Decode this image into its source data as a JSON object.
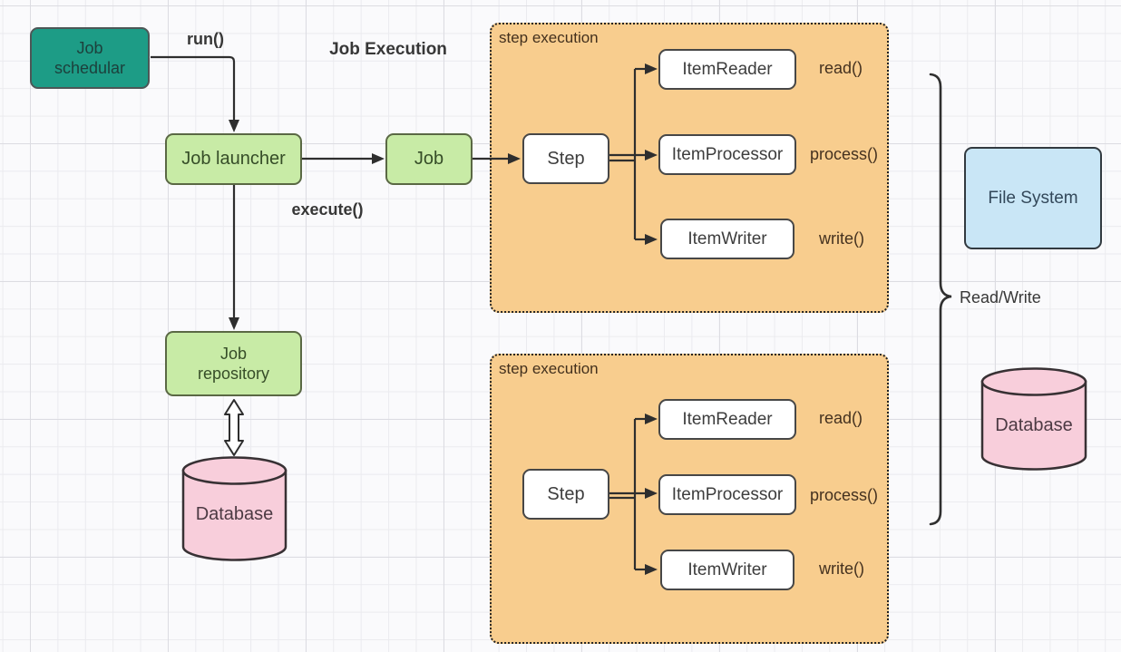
{
  "title": "Job Execution",
  "colors": {
    "grid-minor": "#ebebef",
    "grid-major": "#dcdce2",
    "teal-fill": "#1d9c86",
    "teal-border": "#4c5757",
    "teal-text": "#1d403c",
    "green-fill": "#c8eba6",
    "green-border": "#5a6844",
    "green-text": "#364d28",
    "orange-fill": "#f8cd8e",
    "orange-border": "#222222",
    "orange-text": "#43301d",
    "white-fill": "#ffffff",
    "white-border": "#474747",
    "white-text": "#3d3d3d",
    "blue-fill": "#c9e6f6",
    "blue-border": "#323a40",
    "blue-text": "#33485a",
    "pink-fill": "#f8cedb",
    "pink-border": "#383134",
    "pink-text": "#4c3a43",
    "arrow": "#2e2e2e",
    "label-text": "#373737",
    "method-text": "#44311f"
  },
  "nodes": {
    "job_scheduler": {
      "label": "Job schedular"
    },
    "job_launcher": {
      "label": "Job launcher"
    },
    "job": {
      "label": "Job"
    },
    "job_repository": {
      "label": "Job repository"
    },
    "database_left": {
      "label": "Database"
    },
    "file_system": {
      "label": "File System"
    },
    "database_right": {
      "label": "Database"
    }
  },
  "edge_labels": {
    "run": "run()",
    "execute": "execute()",
    "read_write": "Read/Write"
  },
  "step_executions": [
    {
      "label": "step execution",
      "step": "Step",
      "items": [
        {
          "name": "ItemReader",
          "method": "read()"
        },
        {
          "name": "ItemProcessor",
          "method": "process()"
        },
        {
          "name": "ItemWriter",
          "method": "write()"
        }
      ]
    },
    {
      "label": "step execution",
      "step": "Step",
      "items": [
        {
          "name": "ItemReader",
          "method": "read()"
        },
        {
          "name": "ItemProcessor",
          "method": "process()"
        },
        {
          "name": "ItemWriter",
          "method": "write()"
        }
      ]
    }
  ]
}
